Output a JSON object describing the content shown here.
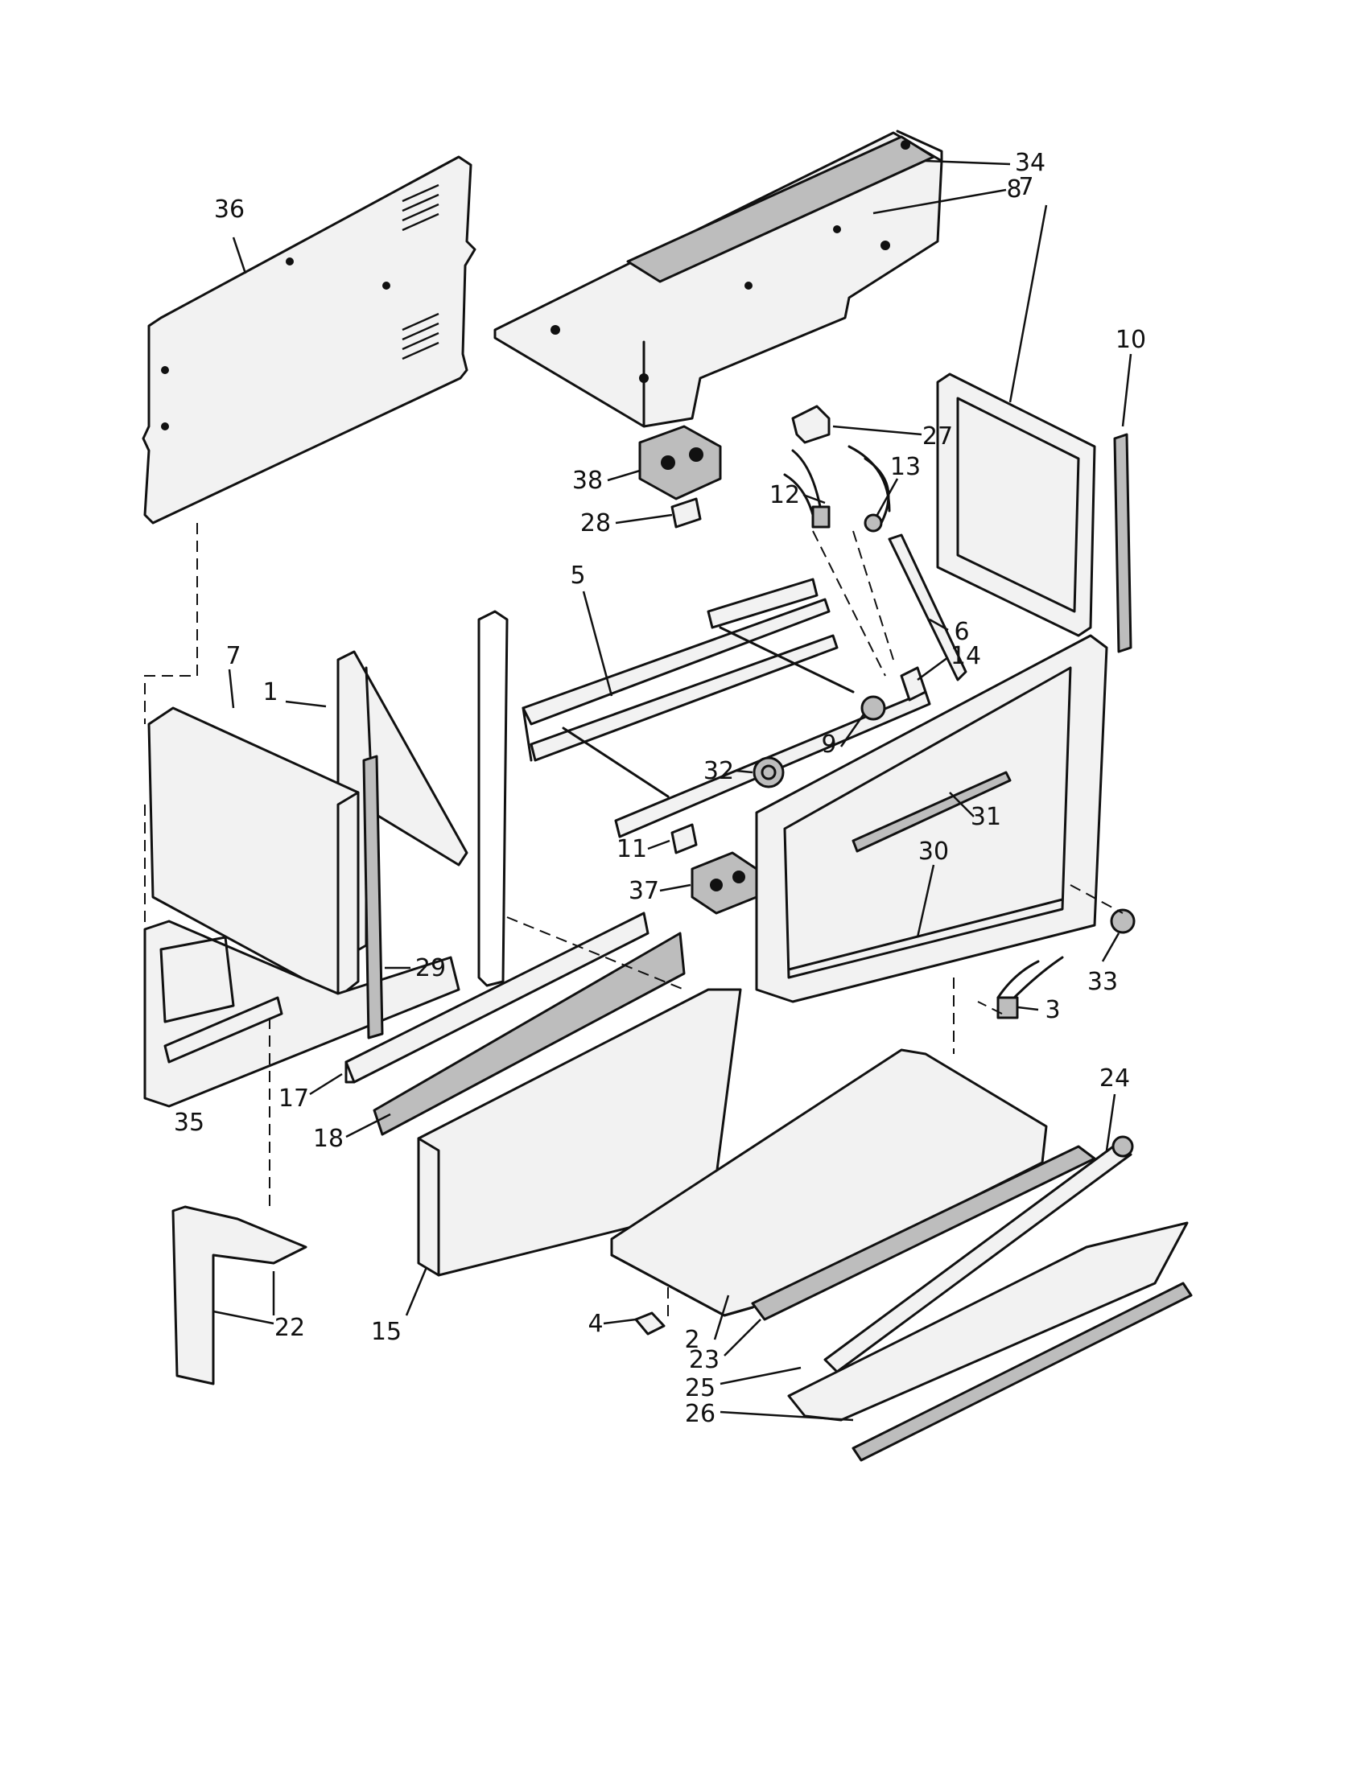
{
  "colors": {
    "ink": "#111111",
    "paper": "#ffffff",
    "shade": "#bdbdbd"
  },
  "callouts": [
    {
      "id": "c1",
      "text": "1"
    },
    {
      "id": "c2",
      "text": "2"
    },
    {
      "id": "c3",
      "text": "3"
    },
    {
      "id": "c4",
      "text": "4"
    },
    {
      "id": "c5",
      "text": "5"
    },
    {
      "id": "c6",
      "text": "6"
    },
    {
      "id": "c7a",
      "text": "7"
    },
    {
      "id": "c7b",
      "text": "7"
    },
    {
      "id": "c8",
      "text": "8"
    },
    {
      "id": "c9",
      "text": "9"
    },
    {
      "id": "c10",
      "text": "10"
    },
    {
      "id": "c11",
      "text": "11"
    },
    {
      "id": "c12",
      "text": "12"
    },
    {
      "id": "c13",
      "text": "13"
    },
    {
      "id": "c14",
      "text": "14"
    },
    {
      "id": "c15",
      "text": "15"
    },
    {
      "id": "c17",
      "text": "17"
    },
    {
      "id": "c18",
      "text": "18"
    },
    {
      "id": "c22",
      "text": "22"
    },
    {
      "id": "c23",
      "text": "23"
    },
    {
      "id": "c24",
      "text": "24"
    },
    {
      "id": "c25",
      "text": "25"
    },
    {
      "id": "c26",
      "text": "26"
    },
    {
      "id": "c27",
      "text": "27"
    },
    {
      "id": "c28",
      "text": "28"
    },
    {
      "id": "c29",
      "text": "29"
    },
    {
      "id": "c30",
      "text": "30"
    },
    {
      "id": "c31",
      "text": "31"
    },
    {
      "id": "c32",
      "text": "32"
    },
    {
      "id": "c33",
      "text": "33"
    },
    {
      "id": "c34",
      "text": "34"
    },
    {
      "id": "c35",
      "text": "35"
    },
    {
      "id": "c36",
      "text": "36"
    },
    {
      "id": "c37",
      "text": "37"
    },
    {
      "id": "c38",
      "text": "38"
    }
  ]
}
